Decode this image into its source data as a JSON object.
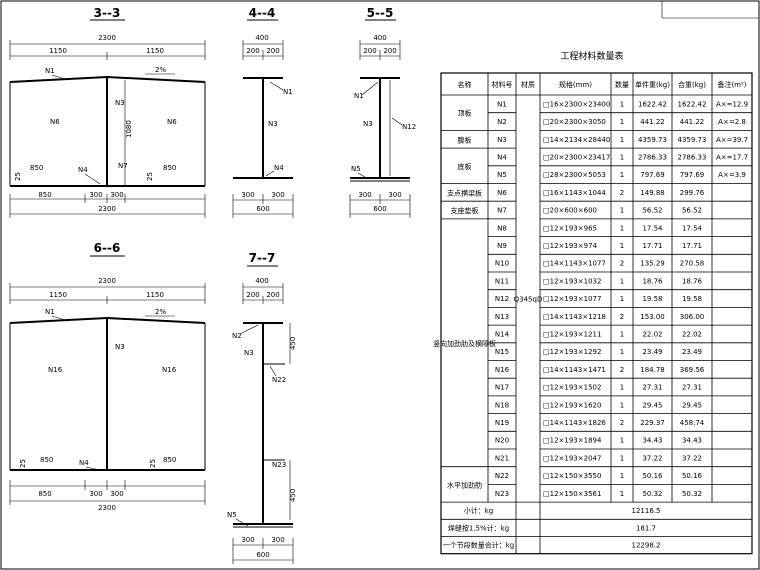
{
  "sections": {
    "s33": {
      "title": "3--3",
      "total": "2300",
      "left": "1150",
      "right": "1150",
      "slope": "2%",
      "height": "1080",
      "bottom": [
        "850",
        "300",
        "300"
      ],
      "bottom_total": "2300",
      "labels": {
        "n1": "N1",
        "n3": "N3",
        "n6a": "N6",
        "n6b": "N6",
        "n4": "N4",
        "n7": "N7"
      },
      "side_dims": [
        "850",
        "850"
      ],
      "weld": [
        "25",
        "25"
      ]
    },
    "s44": {
      "title": "4--4",
      "top_total": "400",
      "top_split": [
        "200",
        "200"
      ],
      "bottom_split": [
        "300",
        "300"
      ],
      "bottom_total": "600",
      "labels": {
        "n1": "N1",
        "n3": "N3",
        "n4": "N4"
      }
    },
    "s55": {
      "title": "5--5",
      "top_total": "400",
      "top_split": [
        "200",
        "200"
      ],
      "bottom_split": [
        "300",
        "300"
      ],
      "bottom_total": "600",
      "labels": {
        "n1": "N1",
        "n3": "N3",
        "n12": "N12",
        "n5": "N5"
      }
    },
    "s66": {
      "title": "6--6",
      "total": "2300",
      "left": "1150",
      "right": "1150",
      "slope": "2%",
      "bottom": [
        "850",
        "300",
        "300"
      ],
      "bottom_total": "2300",
      "labels": {
        "n1": "N1",
        "n3": "N3",
        "n16a": "N16",
        "n16b": "N16",
        "n4": "N4"
      },
      "side_dims": [
        "850",
        "850"
      ],
      "weld": [
        "25",
        "25"
      ]
    },
    "s77": {
      "title": "7--7",
      "top_total": "400",
      "top_split": [
        "200",
        "200"
      ],
      "bottom_split": [
        "300",
        "300"
      ],
      "bottom_total": "600",
      "dims": [
        "450",
        "450"
      ],
      "labels": {
        "n2": "N2",
        "n3": "N3",
        "n22": "N22",
        "n23": "N23",
        "n5": "N5"
      }
    }
  },
  "table": {
    "title": "工程材料数量表",
    "headers": [
      "名称",
      "材料号",
      "材质",
      "规格(mm)",
      "数量",
      "单件重(kg)",
      "合重(kg)",
      "备注(m²)"
    ],
    "material": "Q345qD",
    "groups": [
      {
        "name": "顶板",
        "rows": [
          [
            "N1",
            "□16×2300×23400",
            "1",
            "1622.42",
            "1622.42",
            "A×=12.9"
          ],
          [
            "N2",
            "□20×2300×3050",
            "1",
            "441.22",
            "441.22",
            "A×=2.8"
          ]
        ]
      },
      {
        "name": "腹板",
        "rows": [
          [
            "N3",
            "□14×2134×28440",
            "1",
            "4359.73",
            "4359.73",
            "A×=39.7"
          ]
        ]
      },
      {
        "name": "底板",
        "rows": [
          [
            "N4",
            "□20×2300×23417",
            "1",
            "2786.33",
            "2786.33",
            "A×=17.7"
          ],
          [
            "N5",
            "□28×2300×5053",
            "1",
            "797.69",
            "797.69",
            "A×=3.9"
          ]
        ]
      },
      {
        "name": "支点横梁板",
        "rows": [
          [
            "N6",
            "□16×1143×1044",
            "2",
            "149.88",
            "299.76",
            ""
          ]
        ]
      },
      {
        "name": "支座垫板",
        "rows": [
          [
            "N7",
            "□20×600×600",
            "1",
            "56.52",
            "56.52",
            ""
          ]
        ]
      },
      {
        "name": "竖向加劲肋及横隔板",
        "rows": [
          [
            "N8",
            "□12×193×965",
            "1",
            "17.54",
            "17.54",
            ""
          ],
          [
            "N9",
            "□12×193×974",
            "1",
            "17.71",
            "17.71",
            ""
          ],
          [
            "N10",
            "□14×1143×1077",
            "2",
            "135.29",
            "270.58",
            ""
          ],
          [
            "N11",
            "□12×193×1032",
            "1",
            "18.76",
            "18.76",
            ""
          ],
          [
            "N12",
            "□12×193×1077",
            "1",
            "19.58",
            "19.58",
            ""
          ],
          [
            "N13",
            "□14×1143×1218",
            "2",
            "153.00",
            "306.00",
            ""
          ],
          [
            "N14",
            "□12×193×1211",
            "1",
            "22.02",
            "22.02",
            ""
          ],
          [
            "N15",
            "□12×193×1292",
            "1",
            "23.49",
            "23.49",
            ""
          ],
          [
            "N16",
            "□14×1143×1471",
            "2",
            "184.78",
            "369.56",
            ""
          ],
          [
            "N17",
            "□12×193×1502",
            "1",
            "27.31",
            "27.31",
            ""
          ],
          [
            "N18",
            "□12×193×1620",
            "1",
            "29.45",
            "29.45",
            ""
          ],
          [
            "N19",
            "□14×1143×1826",
            "2",
            "229.37",
            "458.74",
            ""
          ],
          [
            "N20",
            "□12×193×1894",
            "1",
            "34.43",
            "34.43",
            ""
          ],
          [
            "N21",
            "□12×193×2047",
            "1",
            "37.22",
            "37.22",
            ""
          ]
        ]
      },
      {
        "name": "水平加劲肋",
        "rows": [
          [
            "N22",
            "□12×150×3550",
            "1",
            "50.16",
            "50.16",
            ""
          ],
          [
            "N23",
            "□12×150×3561",
            "1",
            "50.32",
            "50.32",
            ""
          ]
        ]
      }
    ],
    "totals": [
      {
        "label": "小计：kg",
        "value": "12116.5"
      },
      {
        "label": "焊缝按1.5%计：kg",
        "value": "181.7"
      },
      {
        "label": "一个节段数量合计：kg",
        "value": "12298.2"
      }
    ]
  }
}
